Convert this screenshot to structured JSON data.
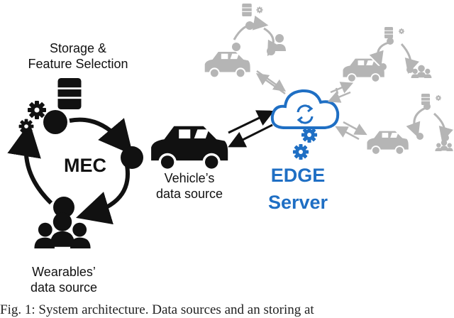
{
  "labels": {
    "mec": "MEC",
    "storage": [
      "Storage &",
      "Feature Selection"
    ],
    "vehicle": [
      "Vehicle’s",
      "data source"
    ],
    "wearables": [
      "Wearables’",
      "data source"
    ],
    "edge": [
      "EDGE",
      "Server"
    ]
  },
  "caption": "Fig. 1: System architecture. Data sources and an storing at",
  "icons": [
    "database-icon",
    "gear-icon",
    "car-icon",
    "people-icon",
    "cloud-sync-icon",
    "person-icon"
  ],
  "colors": {
    "mec": "#111111",
    "edge": "#1f6fc4",
    "peers": "#b5b5b5"
  }
}
